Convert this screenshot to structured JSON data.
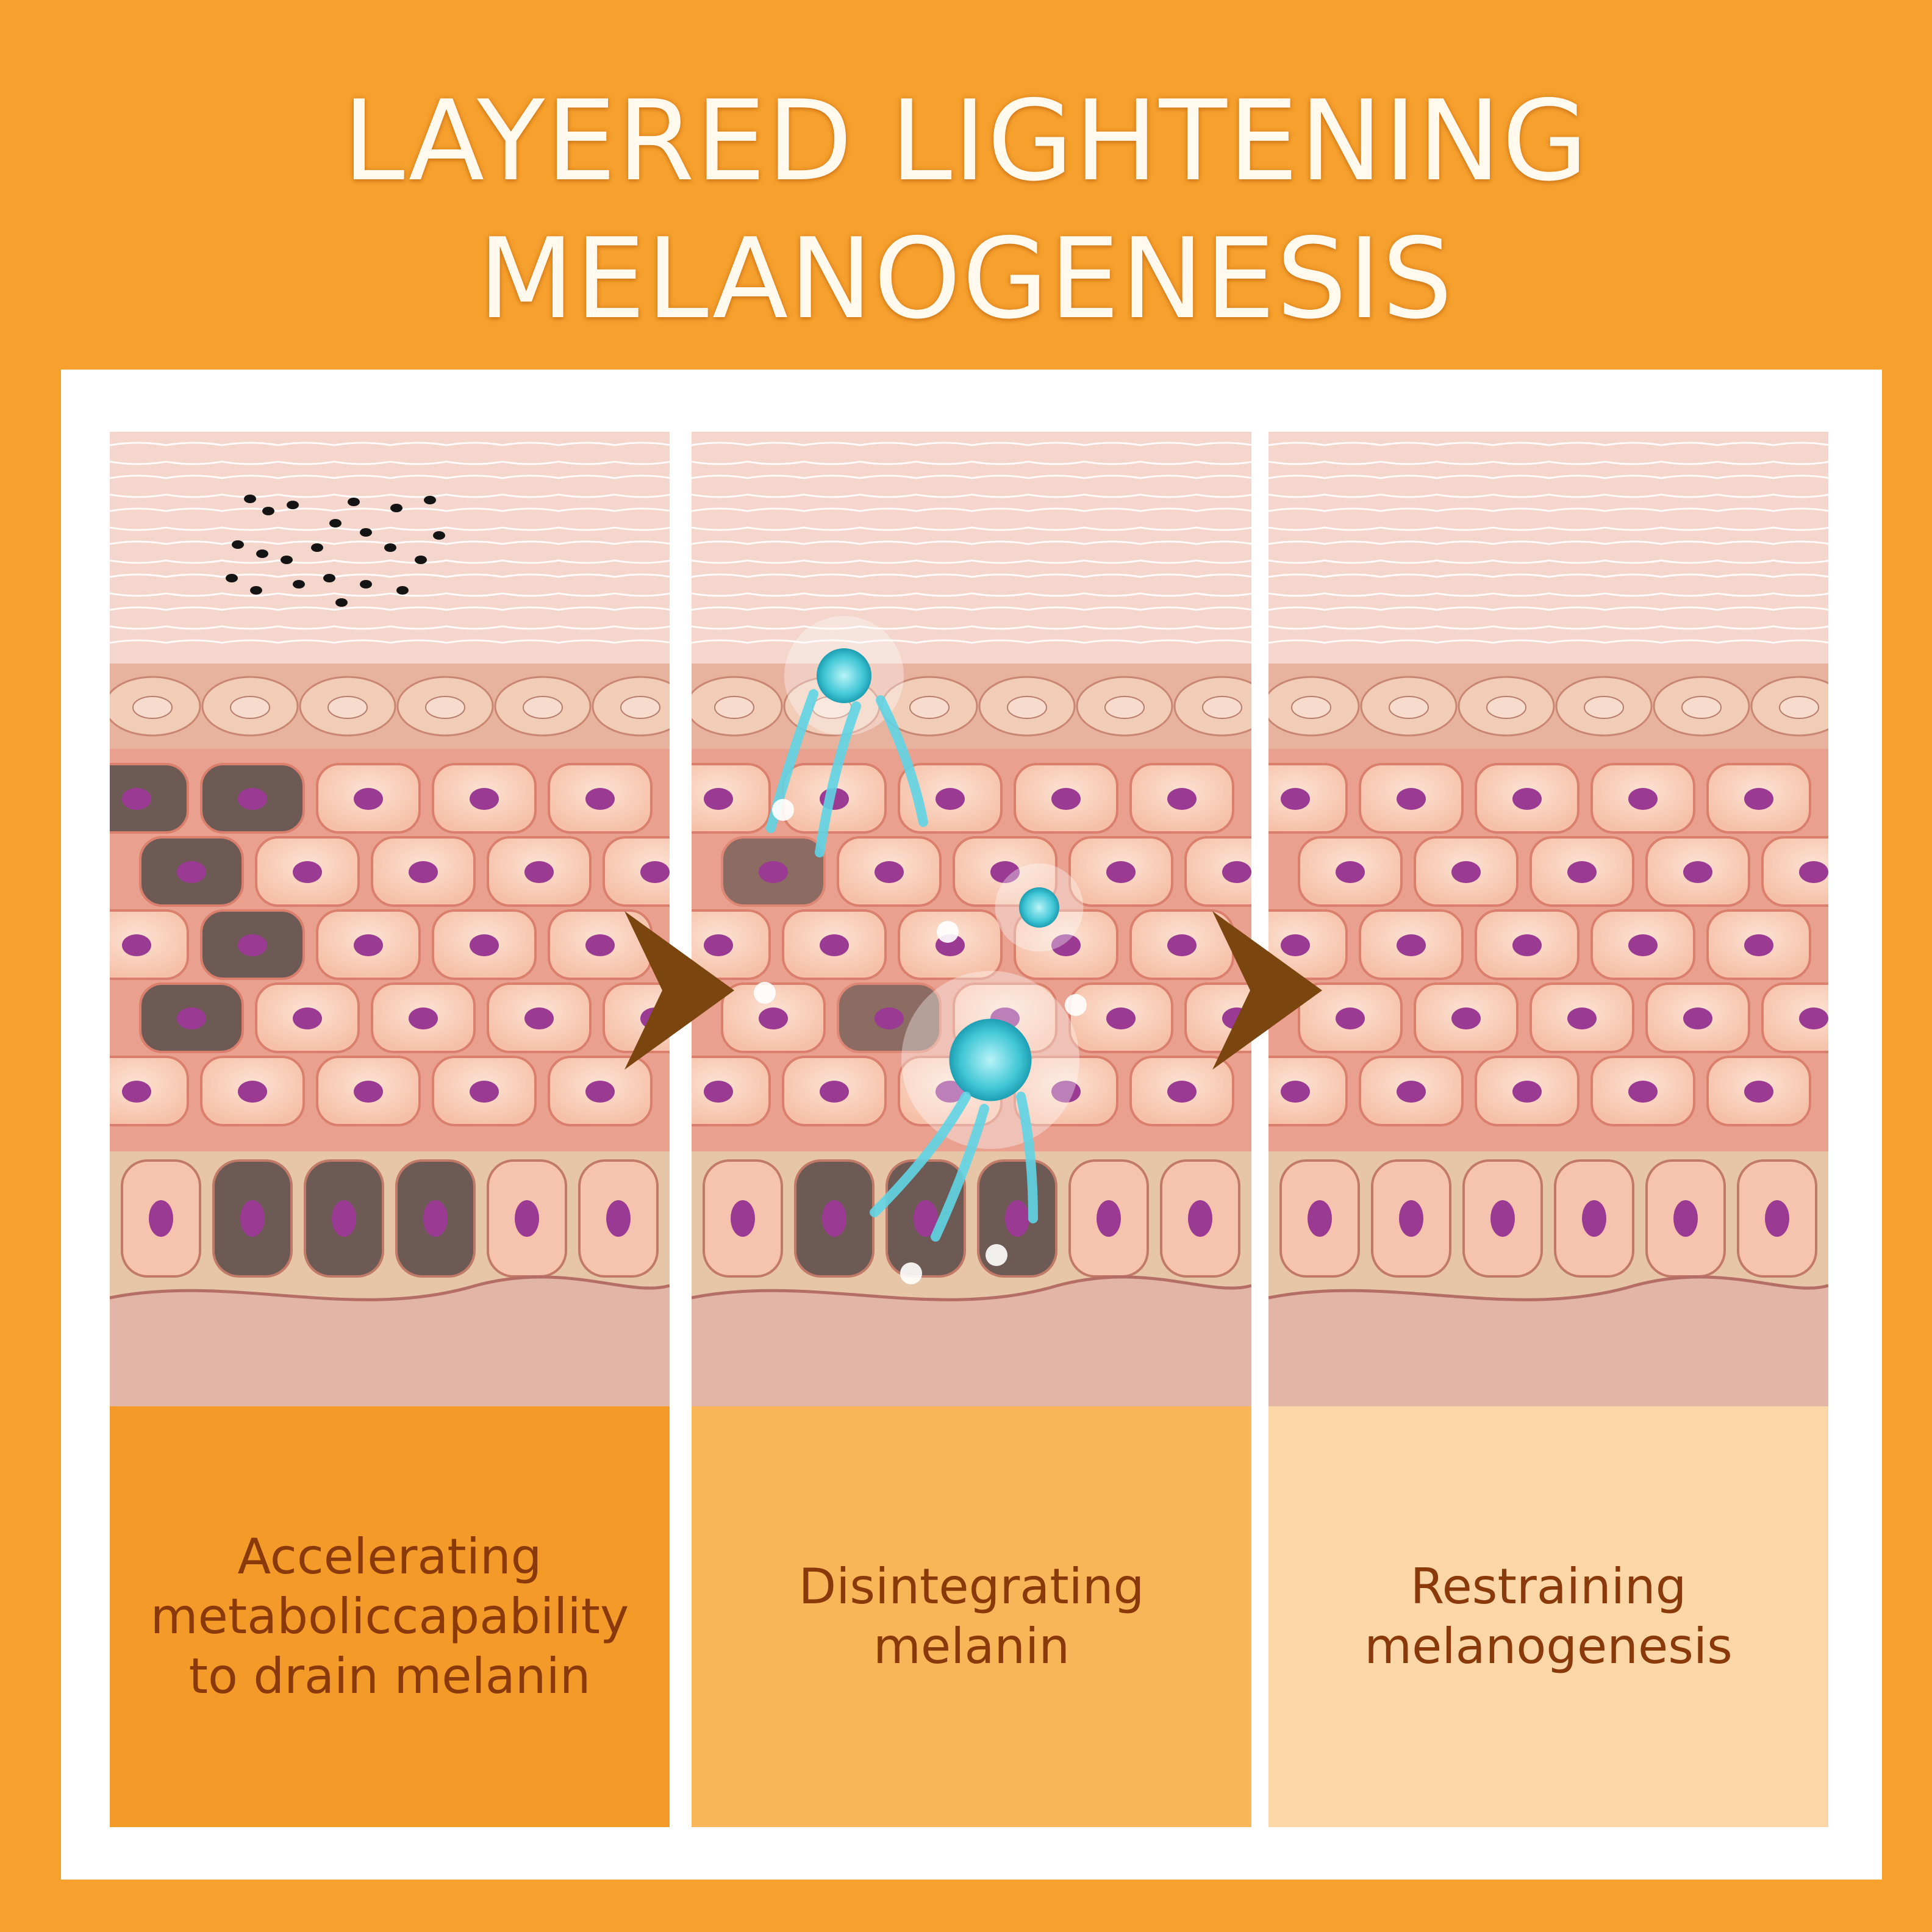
{
  "title": {
    "line1": "LAYERED LIGHTENING",
    "line2": "MELANOGENESIS"
  },
  "panels": [
    {
      "caption": "Accelerating metaboliccapability to drain melanin",
      "caption_bg": "#F39A28"
    },
    {
      "caption": "Disintegrating melanin",
      "caption_bg": "#F9B659"
    },
    {
      "caption": "Restraining melanogenesis",
      "caption_bg": "#FBD7A8"
    }
  ],
  "colors": {
    "background": "#F6A12E",
    "card": "#FFFFFF",
    "caption_text": "#8A3A0A",
    "arrow": "#7B4510",
    "melanin_cell": "#6E5A55",
    "skin_cell": "#F6C0A8",
    "nucleus": "#9A3A93",
    "serum_drop": "#41C7D6"
  },
  "icons": [
    "step-arrow-icon",
    "serum-drop-icon"
  ]
}
